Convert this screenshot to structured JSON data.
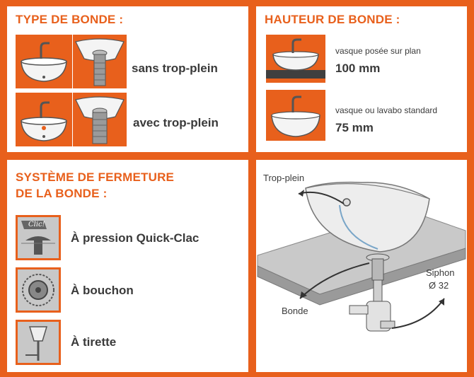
{
  "colors": {
    "accent": "#e8601c",
    "panel": "#ffffff",
    "text": "#3a3a3a",
    "dark_gray": "#4a4a4a"
  },
  "type_bonde": {
    "heading": "TYPE DE BONDE :",
    "options": [
      {
        "label": "sans trop-plein",
        "icons": [
          "basin-icon",
          "drain-plug-icon"
        ]
      },
      {
        "label": "avec trop-plein",
        "icons": [
          "basin-overflow-icon",
          "drain-plug-overflow-icon"
        ]
      }
    ]
  },
  "hauteur_bonde": {
    "heading": "HAUTEUR DE BONDE :",
    "options": [
      {
        "description": "vasque posée sur plan",
        "value": "100 mm"
      },
      {
        "description": "vasque ou lavabo standard",
        "value": "75 mm"
      }
    ]
  },
  "systeme_fermeture": {
    "heading_line1": "SYSTÈME DE FERMETURE",
    "heading_line2": "DE LA BONDE :",
    "options": [
      {
        "label": "À pression Quick-Clac",
        "icon_text": "Clic!"
      },
      {
        "label": "À bouchon"
      },
      {
        "label": "À tirette"
      }
    ]
  },
  "diagram": {
    "labels": {
      "trop_plein": "Trop-plein",
      "bonde": "Bonde",
      "siphon_line1": "Siphon",
      "siphon_line2": "Ø 32"
    }
  }
}
